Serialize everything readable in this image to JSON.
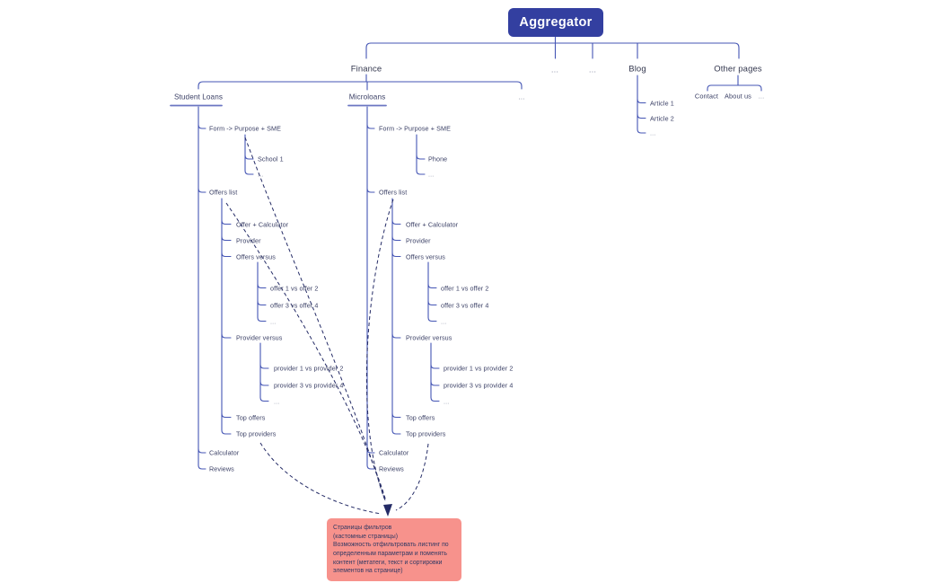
{
  "tree": {
    "root": {
      "id": "aggregator",
      "label": "Aggregator"
    },
    "children": [
      {
        "id": "finance",
        "label": "Finance",
        "children": [
          {
            "id": "student-loans",
            "label": "Student Loans",
            "children": [
              {
                "id": "sl-form",
                "label": "Form -> Purpose + SME",
                "children": [
                  {
                    "id": "sl-school",
                    "label": "School 1"
                  },
                  {
                    "id": "sl-form-more",
                    "label": "..."
                  }
                ]
              },
              {
                "id": "sl-offers",
                "label": "Offers list",
                "children": [
                  {
                    "id": "sl-offer-calc",
                    "label": "Offer + Calculator"
                  },
                  {
                    "id": "sl-provider",
                    "label": "Provider"
                  },
                  {
                    "id": "sl-offers-versus",
                    "label": "Offers versus",
                    "children": [
                      {
                        "id": "sl-o1v2",
                        "label": "offer 1 vs offer 2"
                      },
                      {
                        "id": "sl-o3v4",
                        "label": "offer 3 vs offer 4"
                      },
                      {
                        "id": "sl-ov-more",
                        "label": "..."
                      }
                    ]
                  },
                  {
                    "id": "sl-provider-versus",
                    "label": "Provider versus",
                    "children": [
                      {
                        "id": "sl-p1v2",
                        "label": "provider 1 vs provider 2"
                      },
                      {
                        "id": "sl-p3v4",
                        "label": "provider 3 vs provider 4"
                      },
                      {
                        "id": "sl-pv-more",
                        "label": "..."
                      }
                    ]
                  },
                  {
                    "id": "sl-top-offers",
                    "label": "Top offers"
                  },
                  {
                    "id": "sl-top-providers",
                    "label": "Top providers"
                  }
                ]
              },
              {
                "id": "sl-calculator",
                "label": "Calculator"
              },
              {
                "id": "sl-reviews",
                "label": "Reviews"
              }
            ]
          },
          {
            "id": "microloans",
            "label": "Microloans",
            "children": [
              {
                "id": "ml-form",
                "label": "Form -> Purpose + SME",
                "children": [
                  {
                    "id": "ml-phone",
                    "label": "Phone"
                  },
                  {
                    "id": "ml-form-more",
                    "label": "..."
                  }
                ]
              },
              {
                "id": "ml-offers",
                "label": "Offers list",
                "children": [
                  {
                    "id": "ml-offer-calc",
                    "label": "Offer + Calculator"
                  },
                  {
                    "id": "ml-provider",
                    "label": "Provider"
                  },
                  {
                    "id": "ml-offers-versus",
                    "label": "Offers versus",
                    "children": [
                      {
                        "id": "ml-o1v2",
                        "label": "offer 1 vs offer 2"
                      },
                      {
                        "id": "ml-o3v4",
                        "label": "offer 3 vs offer 4"
                      },
                      {
                        "id": "ml-ov-more",
                        "label": "..."
                      }
                    ]
                  },
                  {
                    "id": "ml-provider-versus",
                    "label": "Provider versus",
                    "children": [
                      {
                        "id": "ml-p1v2",
                        "label": "provider 1 vs provider 2"
                      },
                      {
                        "id": "ml-p3v4",
                        "label": "provider 3 vs provider 4"
                      },
                      {
                        "id": "ml-pv-more",
                        "label": "..."
                      }
                    ]
                  },
                  {
                    "id": "ml-top-offers",
                    "label": "Top offers"
                  },
                  {
                    "id": "ml-top-providers",
                    "label": "Top providers"
                  }
                ]
              },
              {
                "id": "ml-calculator",
                "label": "Calculator"
              },
              {
                "id": "ml-reviews",
                "label": "Reviews"
              }
            ]
          },
          {
            "id": "finance-more",
            "label": "..."
          }
        ]
      },
      {
        "id": "dots-1",
        "label": "..."
      },
      {
        "id": "dots-2",
        "label": "..."
      },
      {
        "id": "blog",
        "label": "Blog",
        "children": [
          {
            "id": "article-1",
            "label": "Article 1"
          },
          {
            "id": "article-2",
            "label": "Article 2"
          },
          {
            "id": "blog-more",
            "label": "..."
          }
        ]
      },
      {
        "id": "other-pages",
        "label": "Other pages",
        "children": [
          {
            "id": "contact",
            "label": "Contact"
          },
          {
            "id": "about-us",
            "label": "About us"
          },
          {
            "id": "other-more",
            "label": "..."
          }
        ]
      }
    ]
  },
  "note": {
    "text": "Страницы фильтров\n(кастомные страницы)\nВозможность отфильтровать листинг по\nопределенным параметрам и поменять\nконтент (метатеги, текст и сортировки\nэлементов на странице)"
  },
  "colors": {
    "line": "#4455b4",
    "underline": "#6b76c2",
    "dashed_link": "#242b66",
    "root_bg": "#333fa0",
    "root_text": "#ffffff",
    "label_text": "#3b4066",
    "note_bg": "#f7928c",
    "note_text": "#333a64"
  }
}
